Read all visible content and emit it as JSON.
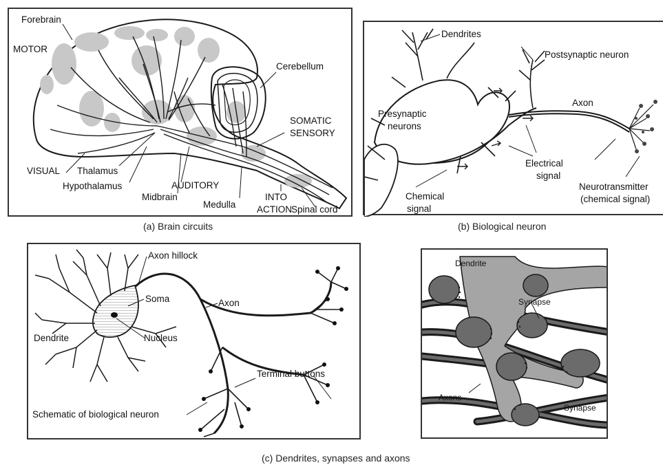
{
  "panel_a": {
    "caption": "(a) Brain circuits",
    "labels": {
      "forebrain": "Forebrain",
      "motor": "MOTOR",
      "cerebellum": "Cerebellum",
      "somatic_1": "SOMATIC",
      "somatic_2": "SENSORY",
      "visual": "VISUAL",
      "thalamus": "Thalamus",
      "hypothalamus": "Hypothalamus",
      "auditory": "AUDITORY",
      "midbrain": "Midbrain",
      "medulla": "Medulla",
      "into": "INTO",
      "action": "ACTION",
      "spinal_cord": "Spinal cord"
    }
  },
  "panel_b": {
    "caption": "(b) Biological neuron",
    "labels": {
      "dendrites": "Dendrites",
      "postsynaptic": "Postsynaptic neuron",
      "presynaptic_1": "Presynaptic",
      "presynaptic_2": "neurons",
      "axon": "Axon",
      "electrical_1": "Electrical",
      "electrical_2": "signal",
      "chemical_1": "Chemical",
      "chemical_2": "signal",
      "neurotransmitter_1": "Neurotransmitter",
      "neurotransmitter_2": "(chemical signal)"
    }
  },
  "panel_c": {
    "caption": "(c) Dendrites, synapses and axons",
    "labels": {
      "axon_hillock": "Axon hillock",
      "soma": "Soma",
      "axon": "Axon",
      "dendrite": "Dendrite",
      "nucleus": "Nucleus",
      "terminal_buttons": "Terminal buttons",
      "schematic": "Schematic of biological neuron"
    }
  },
  "panel_d": {
    "labels": {
      "dendrite": "Dendrite",
      "synapse_top": "Synapse",
      "axons": "Axons",
      "synapse_bottom": "Synapse"
    }
  },
  "colors": {
    "line": "#1a1a1a",
    "blob": "#c8c8c8",
    "dark_gray": "#6b6b6b",
    "mid_gray": "#a5a5a5",
    "light_gray": "#d4d4d4"
  }
}
